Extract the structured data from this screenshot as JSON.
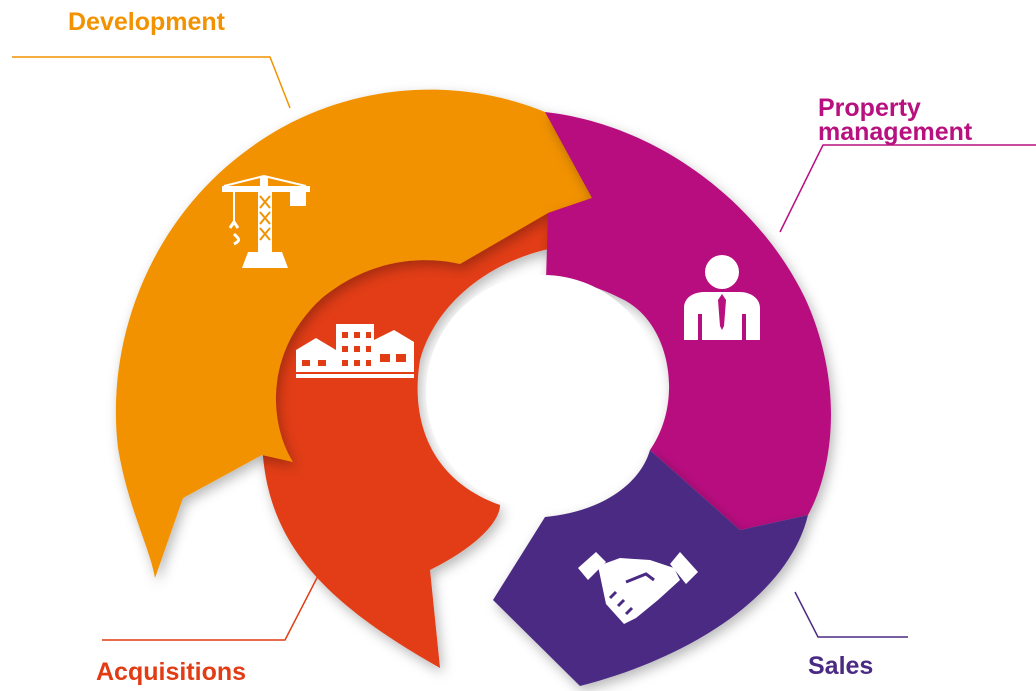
{
  "colors": {
    "development": "#F29200",
    "property_management": "#B8107F",
    "sales": "#4B2A84",
    "acquisitions": "#E23C14",
    "icon": "#FFFFFF"
  },
  "segments": [
    {
      "id": "development",
      "label": "Development",
      "icon": "tower-crane-icon"
    },
    {
      "id": "property_management",
      "label": "Property\nmanagement",
      "icon": "business-person-icon"
    },
    {
      "id": "sales",
      "label": "Sales",
      "icon": "handshake-icon"
    },
    {
      "id": "acquisitions",
      "label": "Acquisitions",
      "icon": "buildings-icon"
    }
  ]
}
